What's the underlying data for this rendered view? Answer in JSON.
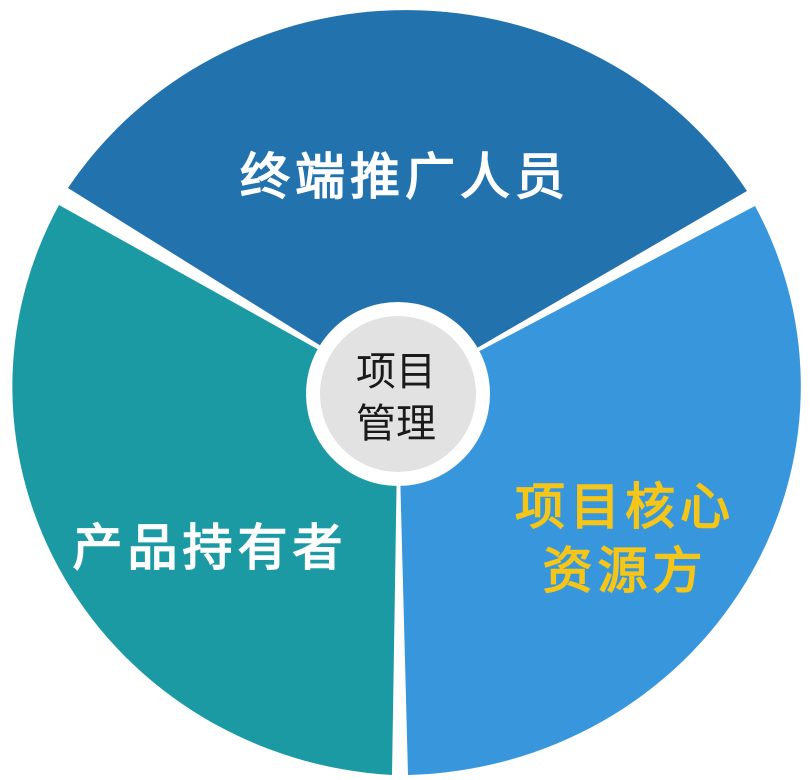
{
  "diagram": {
    "hub": {
      "line1": "项目",
      "line2": "管理",
      "fill": "#e2e2e2",
      "text_color": "#1a1a1a"
    },
    "segments": {
      "top": {
        "label": "终端推广人员",
        "fill": "#2272ae",
        "text_color": "#ffffff"
      },
      "left": {
        "label": "产品持有者",
        "fill": "#1c9aa4",
        "text_color": "#ffffff"
      },
      "right": {
        "line1": "项目核心",
        "line2": "资源方",
        "fill": "#3897dc",
        "text_color": "#f5c518"
      }
    }
  }
}
